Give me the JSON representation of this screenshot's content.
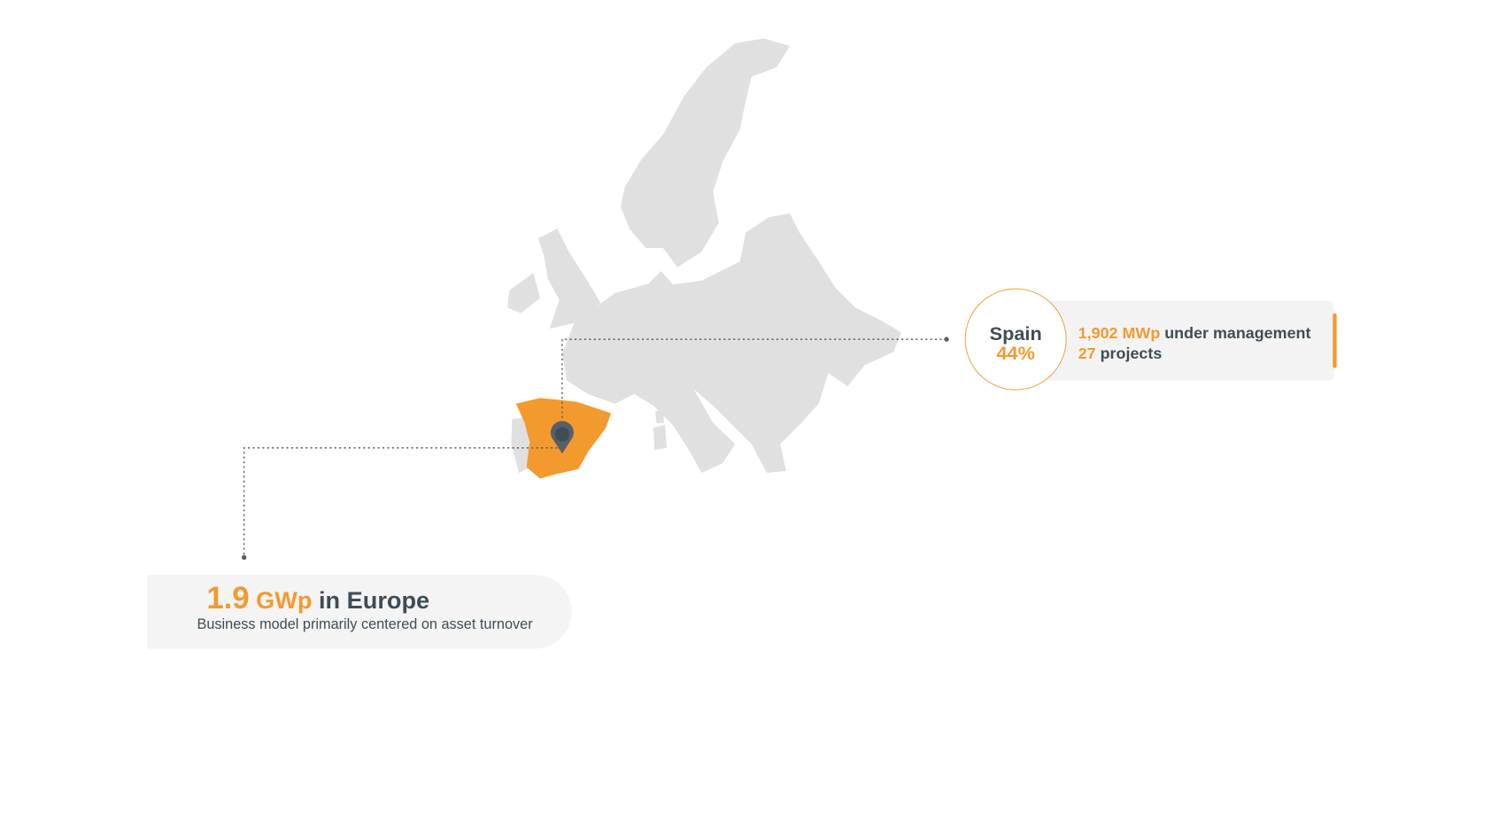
{
  "colors": {
    "accent": "#f39a2e",
    "text": "#3f4d55",
    "map": "#e0e0e0"
  },
  "summary": {
    "value": "1.9",
    "unit": "GWp",
    "suffix": "in Europe",
    "subtitle": "Business model primarily centered on asset turnover"
  },
  "country": {
    "name": "Spain",
    "share": "44%",
    "capacity_value": "1,902 MWp",
    "capacity_label": "under management",
    "projects_value": "27",
    "projects_label": "projects"
  },
  "icons": {
    "marker": "map-pin-icon"
  }
}
